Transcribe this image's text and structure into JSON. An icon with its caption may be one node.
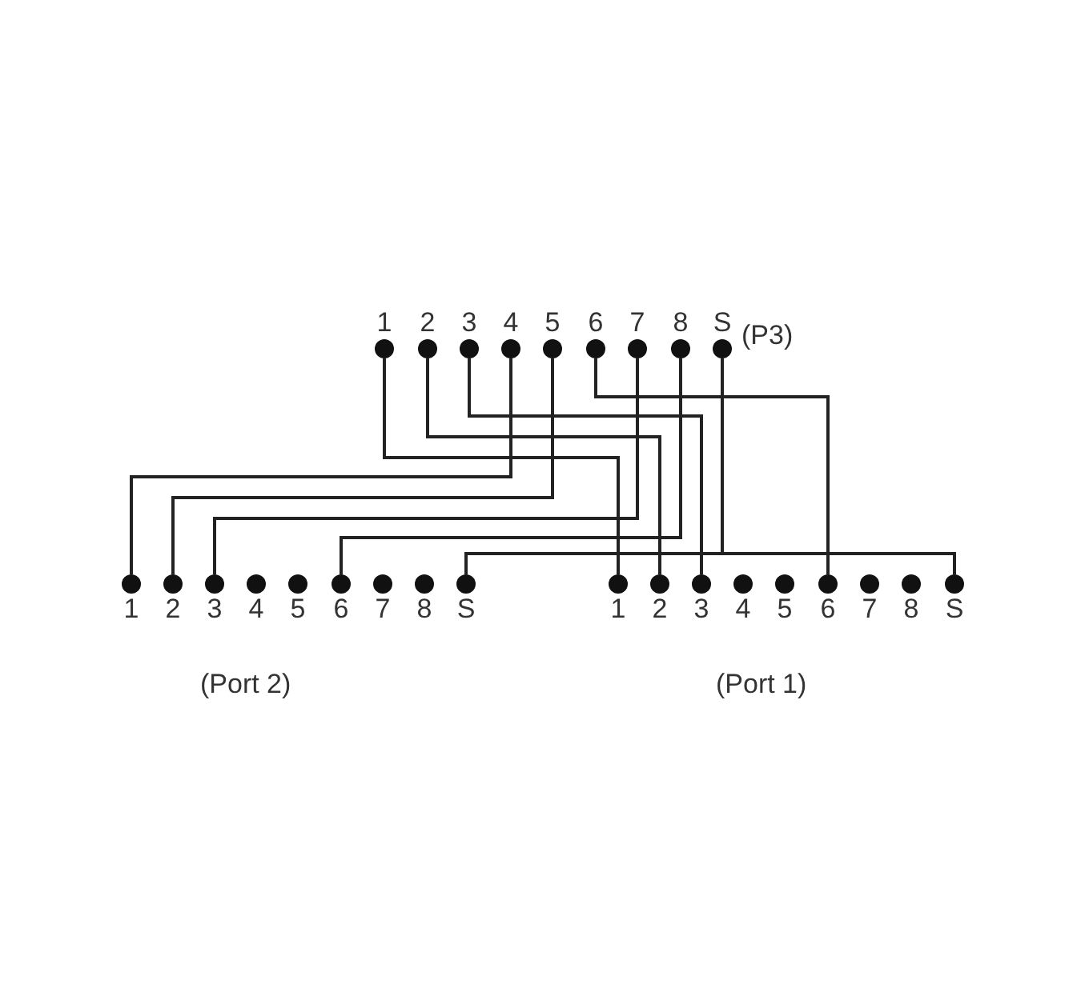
{
  "diagram": {
    "nodes": [
      {
        "text": [
          "1"
        ]
      },
      {
        "text": [
          "2"
        ]
      },
      {
        "text": [
          "3"
        ]
      },
      {
        "text": [
          "4"
        ]
      },
      {
        "text": [
          "5"
        ]
      },
      {
        "text": [
          "6"
        ]
      },
      {
        "text": [
          "7"
        ]
      },
      {
        "text": [
          "8"
        ]
      },
      {
        "text": [
          "S"
        ]
      },
      {
        "text": [
          "1"
        ]
      },
      {
        "text": [
          "2"
        ]
      },
      {
        "text": [
          "3"
        ]
      },
      {
        "text": [
          "4"
        ]
      },
      {
        "text": [
          "5"
        ]
      },
      {
        "text": [
          "6"
        ]
      },
      {
        "text": [
          "7"
        ]
      },
      {
        "text": [
          "8"
        ]
      },
      {
        "text": [
          "S"
        ]
      },
      {
        "text": [
          "1"
        ]
      },
      {
        "text": [
          "2"
        ]
      },
      {
        "text": [
          "3"
        ]
      },
      {
        "text": [
          "4"
        ]
      },
      {
        "text": [
          "5"
        ]
      },
      {
        "text": [
          "6"
        ]
      },
      {
        "text": [
          "7"
        ]
      },
      {
        "text": [
          "8"
        ]
      },
      {
        "text": [
          "S"
        ]
      }
    ],
    "edges": [
      {
        "from": 0,
        "to": 18,
        "arrow": "none"
      },
      {
        "from": 1,
        "to": 19,
        "arrow": "none"
      },
      {
        "from": 2,
        "to": 20,
        "arrow": "none"
      },
      {
        "from": 3,
        "to": 9,
        "arrow": "none"
      },
      {
        "from": 4,
        "to": 10,
        "arrow": "none"
      },
      {
        "from": 5,
        "to": 23,
        "arrow": "none"
      },
      {
        "from": 6,
        "to": 11,
        "arrow": "none"
      },
      {
        "from": 7,
        "to": 14,
        "arrow": "none"
      },
      {
        "from": 8,
        "to": 17,
        "arrow": "none"
      },
      {
        "from": 8,
        "to": 26,
        "arrow": "none"
      }
    ],
    "labels": [
      "(P3)",
      "(Port 2)",
      "(Port 1)"
    ]
  }
}
